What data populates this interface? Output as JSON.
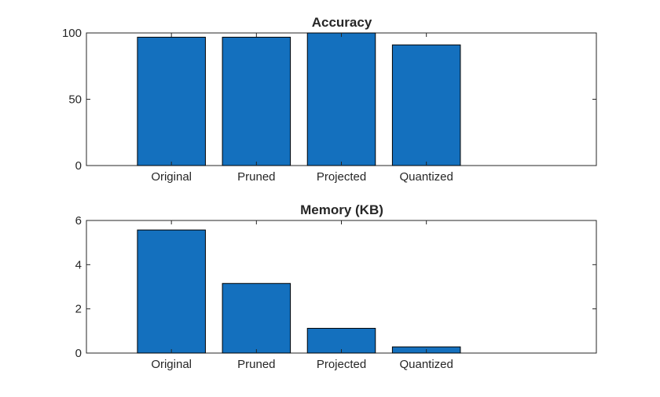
{
  "figure": {
    "background": "#ffffff",
    "axis_color": "#262626",
    "bar_color": "#1470BE",
    "bar_edge_color": "#000000"
  },
  "chart_data": [
    {
      "type": "bar",
      "title": "Accuracy",
      "xlabel": "",
      "ylabel": "",
      "categories": [
        "Original",
        "Pruned",
        "Projected",
        "Quantized"
      ],
      "values": [
        96.8,
        96.8,
        100,
        91
      ],
      "ylim": [
        0,
        100
      ],
      "yticks": [
        0,
        50,
        100
      ],
      "ytick_labels": [
        "0",
        "50",
        "100"
      ],
      "xlim": [
        0,
        6
      ],
      "grid": false,
      "legend": "none"
    },
    {
      "type": "bar",
      "title": "Memory (KB)",
      "xlabel": "",
      "ylabel": "",
      "categories": [
        "Original",
        "Pruned",
        "Projected",
        "Quantized"
      ],
      "values": [
        5.57,
        3.15,
        1.12,
        0.28
      ],
      "ylim": [
        0,
        6
      ],
      "yticks": [
        0,
        2,
        4,
        6
      ],
      "ytick_labels": [
        "0",
        "2",
        "4",
        "6"
      ],
      "xlim": [
        0,
        6
      ],
      "grid": false,
      "legend": "none"
    }
  ]
}
